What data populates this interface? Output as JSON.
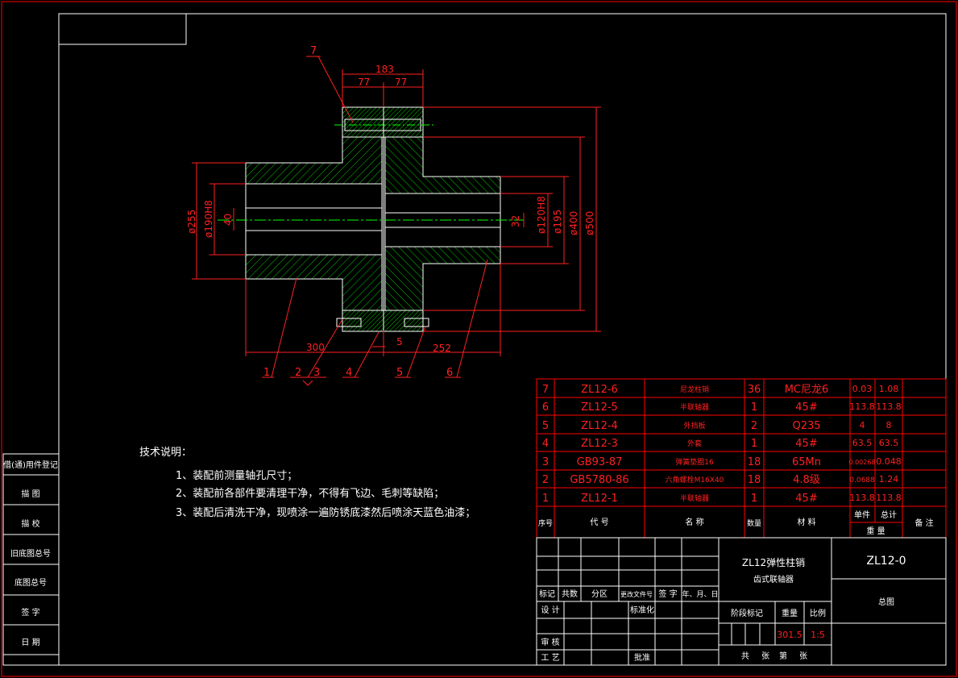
{
  "dimensions": {
    "overall_width": "183",
    "half_left": "77",
    "half_right": "77",
    "d255": "ø255",
    "d190": "ø190H8",
    "d40": "40",
    "d32": "32",
    "d120": "ø120H8",
    "d195": "ø195",
    "d400": "ø400",
    "d500": "ø500",
    "len_left": "300",
    "gap": "5",
    "len_right": "252"
  },
  "callouts": {
    "c7": "7",
    "c1": "1",
    "c2": "2",
    "c3": "3",
    "c4": "4",
    "c5": "5",
    "c6": "6"
  },
  "notes": {
    "title": "技术说明：",
    "lines": [
      "1、装配前测量轴孔尺寸；",
      "2、装配前各部件要清理干净，不得有飞边、毛刺等缺陷；",
      "3、装配后清洗干净，现喷涂一遍防锈底漆然后喷涂天蓝色油漆；"
    ]
  },
  "left_strip": [
    "借(通)用件登记",
    "描  图",
    "描  校",
    "旧底图总号",
    "底图总号",
    "签  字",
    "日  期"
  ],
  "bom": {
    "rows": [
      {
        "no": "7",
        "code": "ZL12-6",
        "name": "尼龙柱销",
        "qty": "36",
        "material": "MC尼龙6",
        "unit": "0.03",
        "total": "1.08",
        "note": ""
      },
      {
        "no": "6",
        "code": "ZL12-5",
        "name": "半联轴器",
        "qty": "1",
        "material": "45#",
        "unit": "113.8",
        "total": "113.8",
        "note": ""
      },
      {
        "no": "5",
        "code": "ZL12-4",
        "name": "外挡板",
        "qty": "2",
        "material": "Q235",
        "unit": "4",
        "total": "8",
        "note": ""
      },
      {
        "no": "4",
        "code": "ZL12-3",
        "name": "外套",
        "qty": "1",
        "material": "45#",
        "unit": "63.5",
        "total": "63.5",
        "note": ""
      },
      {
        "no": "3",
        "code": "GB93-87",
        "name": "弹簧垫圈16",
        "qty": "18",
        "material": "65Mn",
        "unit": "0.00268",
        "total": "0.048",
        "note": ""
      },
      {
        "no": "2",
        "code": "GB5780-86",
        "name": "六角螺栓M16X40",
        "qty": "18",
        "material": "4.8级",
        "unit": "0.0688",
        "total": "1.24",
        "note": ""
      },
      {
        "no": "1",
        "code": "ZL12-1",
        "name": "半联轴器",
        "qty": "1",
        "material": "45#",
        "unit": "113.8",
        "total": "113.8",
        "note": ""
      }
    ],
    "header": {
      "no": "序号",
      "code": "代  号",
      "name": "名  称",
      "qty": "数量",
      "material": "材  料",
      "unit": "单件",
      "total": "总计",
      "weight": "重  量",
      "note": "备  注"
    }
  },
  "title_block": {
    "product_name": "ZL12弹性柱销",
    "product_name2": "齿式联轴器",
    "drawing_no": "ZL12-0",
    "drawing_type": "总图",
    "labels": {
      "biaoji": "标记",
      "chushu": "共数",
      "fenqu": "分区",
      "genggai": "更改文件号",
      "qianzi": "签 字",
      "nianyue": "年、月、日",
      "sheji": "设 计",
      "biaozhunhua": "标准化",
      "shenhe": "审 核",
      "gongyi": "工 艺",
      "pizhun": "批准",
      "jieduan": "阶段标记",
      "zhongliang": "重量",
      "bili": "比例",
      "gong": "共",
      "zhang": "张",
      "di": "第",
      "zhang2": "张"
    },
    "weight": "301.5",
    "scale": "1:5"
  },
  "colors": {
    "frame": "#ff0000",
    "hatch": "#00ff00",
    "dim": "#ff2020",
    "center": "#00ff00",
    "text": "#ffffff",
    "outline": "#ffffff"
  }
}
